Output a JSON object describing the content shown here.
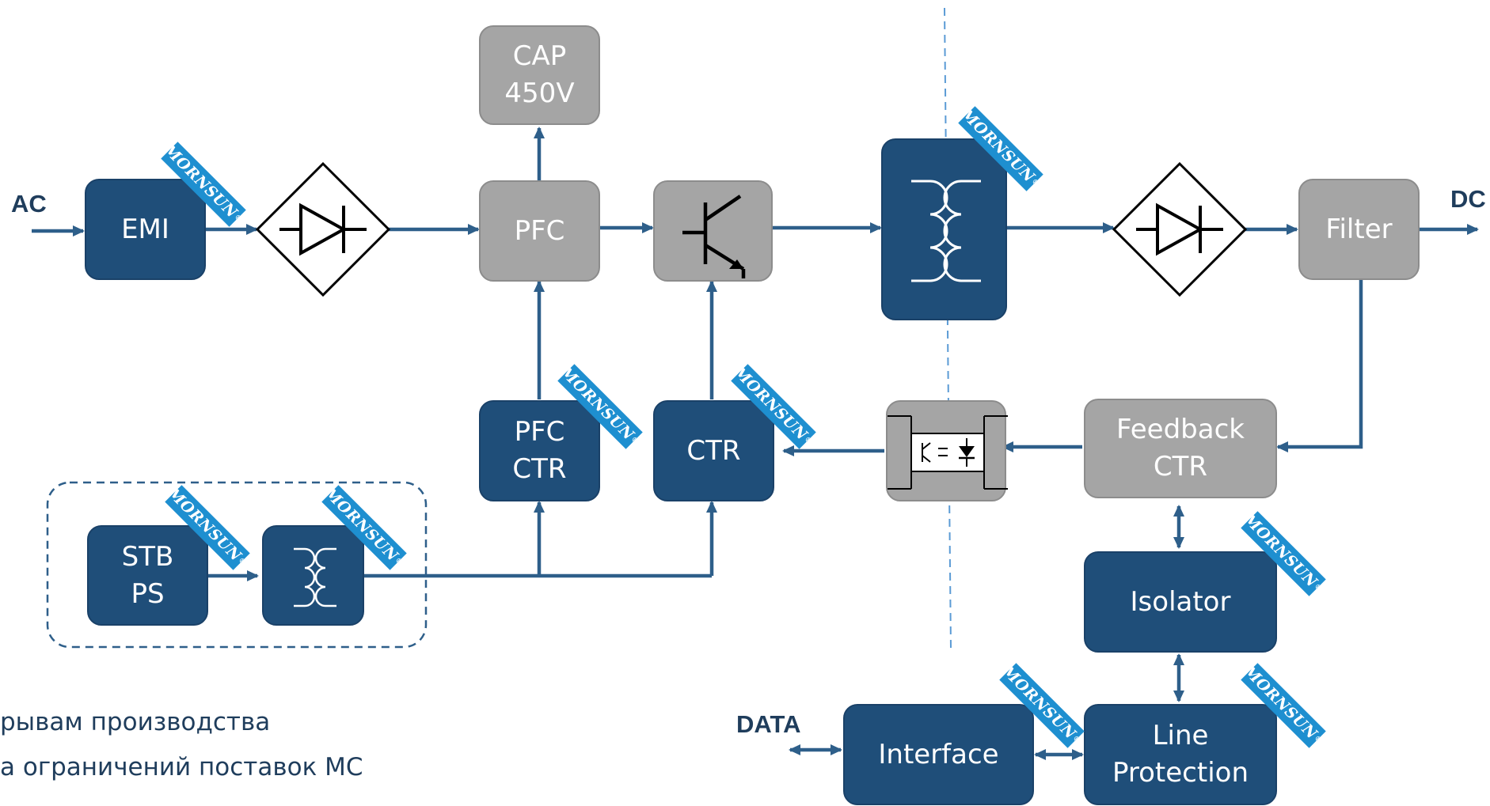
{
  "labels": {
    "ac": "AC",
    "dc": "DC",
    "data": "DATA"
  },
  "blocks": {
    "emi": "EMI",
    "cap": [
      "CAP",
      "450V"
    ],
    "pfc": "PFC",
    "pfc_ctr": [
      "PFC",
      "CTR"
    ],
    "ctr": "CTR",
    "filter": "Filter",
    "feedback_ctr": [
      "Feedback",
      "CTR"
    ],
    "stb_ps": [
      "STB",
      "PS"
    ],
    "isolator": "Isolator",
    "interface": "Interface",
    "line_protection": [
      "Line",
      "Protection"
    ]
  },
  "badge_text": "MORNSUN",
  "bullets": [
    "рывам производства",
    "а ограничений поставок МС"
  ],
  "colors": {
    "dark_block": "#1f4e79",
    "grey_block": "#a5a5a5",
    "wire": "#2e5f8a",
    "badge": "#1e8fd0",
    "isolation_line": "#5b9bd5"
  }
}
